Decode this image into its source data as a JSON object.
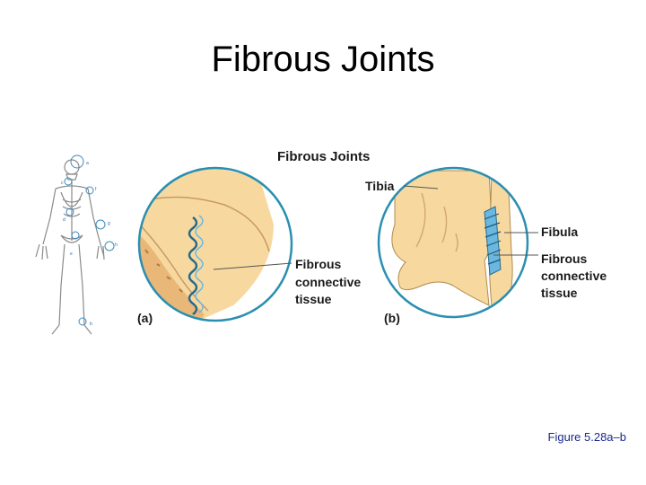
{
  "slide": {
    "title": "Fibrous Joints",
    "caption": "Figure 5.28a–b"
  },
  "diagram": {
    "heading": "Fibrous Joints",
    "panel_a": {
      "tag": "(a)",
      "label_line1": "Fibrous",
      "label_line2": "connective",
      "label_line3": "tissue"
    },
    "panel_b": {
      "tag": "(b)",
      "tibia_label": "Tibia",
      "fibula_label": "Fibula",
      "label_line1": "Fibrous",
      "label_line2": "connective",
      "label_line3": "tissue"
    },
    "skeleton_markers": [
      "a",
      "c",
      "f",
      "d",
      "g",
      "e",
      "h",
      "b"
    ]
  },
  "colors": {
    "bone": "#f7d9a0",
    "bone_edge": "#b08a50",
    "outline": "#2a8fb0",
    "tissue": "#6ab8e0",
    "caption": "#1a2a8a"
  }
}
